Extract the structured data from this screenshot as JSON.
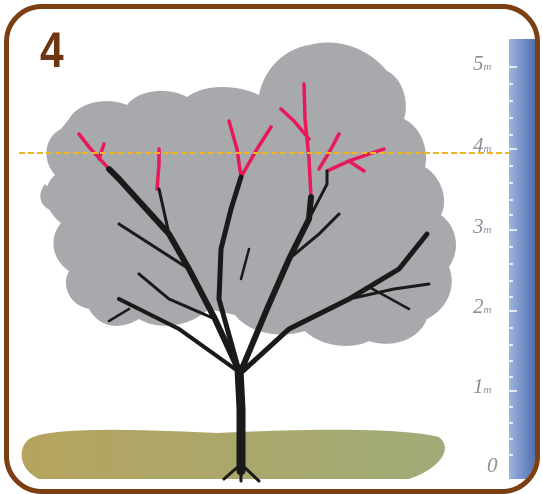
{
  "step": {
    "number": "4"
  },
  "height_scale": {
    "unit": "m",
    "marks": [
      {
        "value": "5",
        "unit": "m"
      },
      {
        "value": "4",
        "unit": "m"
      },
      {
        "value": "3",
        "unit": "m"
      },
      {
        "value": "2",
        "unit": "m"
      },
      {
        "value": "1",
        "unit": "m"
      },
      {
        "value": "0",
        "unit": ""
      }
    ]
  },
  "target_height_m": 4,
  "colors": {
    "frame": "#7a3f12",
    "canopy": "#a7a9ac",
    "branches": "#1a1a1a",
    "pruned_branches": "#e8185a",
    "height_line": "#f0b323",
    "ruler": "#5a78b8",
    "ground": "#a7a66a"
  }
}
